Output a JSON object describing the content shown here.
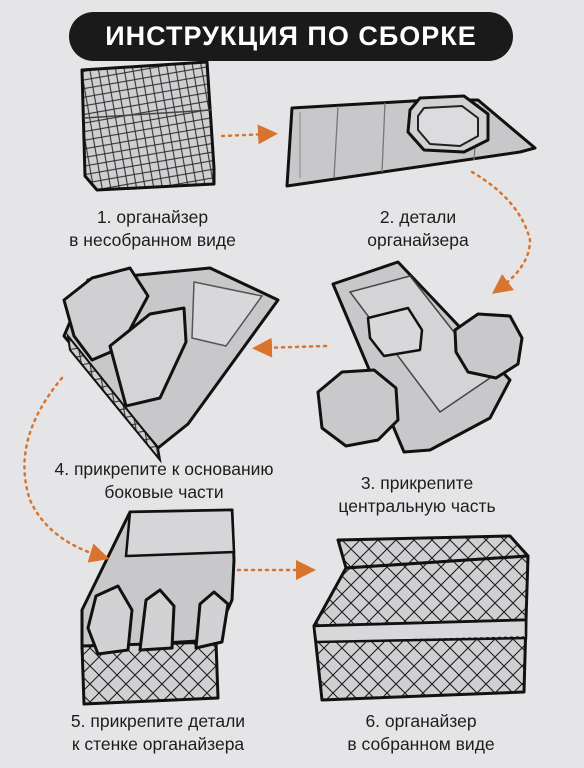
{
  "title": "ИНСТРУКЦИЯ ПО СБОРКЕ",
  "colors": {
    "background": "#e5e5e7",
    "title_bg": "#1a1a1a",
    "arrow": "#d9742e",
    "panel": "#c9c9cc",
    "outline": "#111111"
  },
  "steps": [
    {
      "line1": "1. органайзер",
      "line2": "в несобранном виде"
    },
    {
      "line1": "2. детали",
      "line2": "органайзера"
    },
    {
      "line1": "3. прикрепите",
      "line2": "центральную часть"
    },
    {
      "line1": "4. прикрепите к основанию",
      "line2": "боковые части"
    },
    {
      "line1": "5. прикрепите детали",
      "line2": "к стенке органайзера"
    },
    {
      "line1": "6. органайзер",
      "line2": "в собранном виде"
    }
  ]
}
